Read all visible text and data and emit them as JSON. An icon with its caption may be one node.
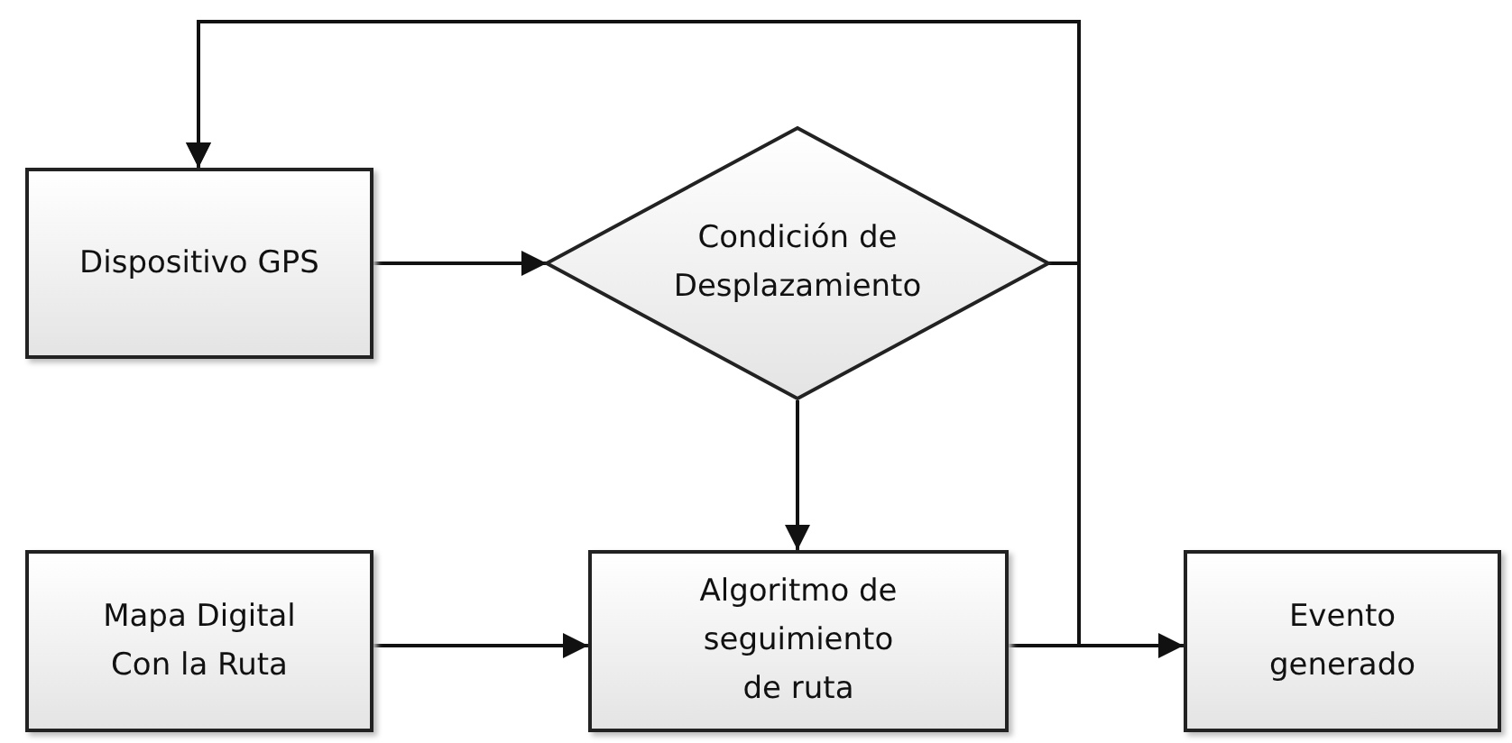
{
  "diagram": {
    "nodes": [
      {
        "text": [
          "Dispositivo GPS"
        ]
      },
      {
        "text": [
          "Condición de Desplazamiento"
        ]
      },
      {
        "text": [
          "Mapa Digital Con la Ruta"
        ]
      },
      {
        "text": [
          "Algoritmo de seguimiento de ruta"
        ]
      },
      {
        "text": [
          "Evento generado"
        ]
      }
    ],
    "edges": [
      {
        "from": 0,
        "to": 1,
        "arrow": "to"
      },
      {
        "from": 1,
        "to": 3,
        "arrow": "to"
      },
      {
        "from": 2,
        "to": 3,
        "arrow": "to"
      },
      {
        "from": 3,
        "to": 4,
        "arrow": "to"
      },
      {
        "from": 3,
        "to": 0,
        "arrow": "to"
      },
      {
        "from": 1,
        "to": 0,
        "arrow": "to"
      }
    ]
  }
}
